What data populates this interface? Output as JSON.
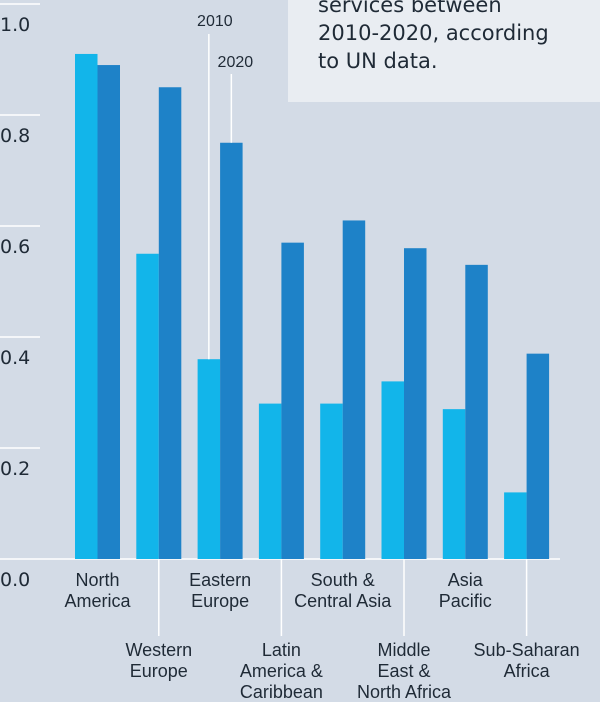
{
  "note": {
    "lines": [
      "services between",
      "2010-2020, according",
      "to UN data."
    ]
  },
  "chart_data": {
    "type": "bar",
    "title": "",
    "xlabel": "",
    "ylabel": "",
    "ylim": [
      0,
      1.0
    ],
    "yticks": [
      "0.0",
      "0.2",
      "0.4",
      "0.6",
      "0.8",
      "1.0"
    ],
    "grid": false,
    "legend": "annotations",
    "categories": [
      "North America",
      "Western Europe",
      "Eastern Europe",
      "Latin America & Caribbean",
      "South & Central Asia",
      "Middle East & North Africa",
      "Asia Pacific",
      "Sub-Saharan Africa"
    ],
    "category_label_lines": [
      [
        "North",
        "America"
      ],
      [
        "Western",
        "Europe"
      ],
      [
        "Eastern",
        "Europe"
      ],
      [
        "Latin",
        "America &",
        "Caribbean"
      ],
      [
        "South &",
        "Central Asia"
      ],
      [
        "Middle",
        "East &",
        "North Africa"
      ],
      [
        "Asia",
        "Pacific"
      ],
      [
        "Sub-Saharan",
        "Africa"
      ]
    ],
    "series": [
      {
        "name": "2010",
        "color": "#12b5ea",
        "values": [
          0.91,
          0.55,
          0.36,
          0.28,
          0.28,
          0.32,
          0.27,
          0.12
        ]
      },
      {
        "name": "2020",
        "color": "#1e82c8",
        "values": [
          0.89,
          0.85,
          0.75,
          0.57,
          0.61,
          0.56,
          0.53,
          0.37
        ]
      }
    ]
  }
}
